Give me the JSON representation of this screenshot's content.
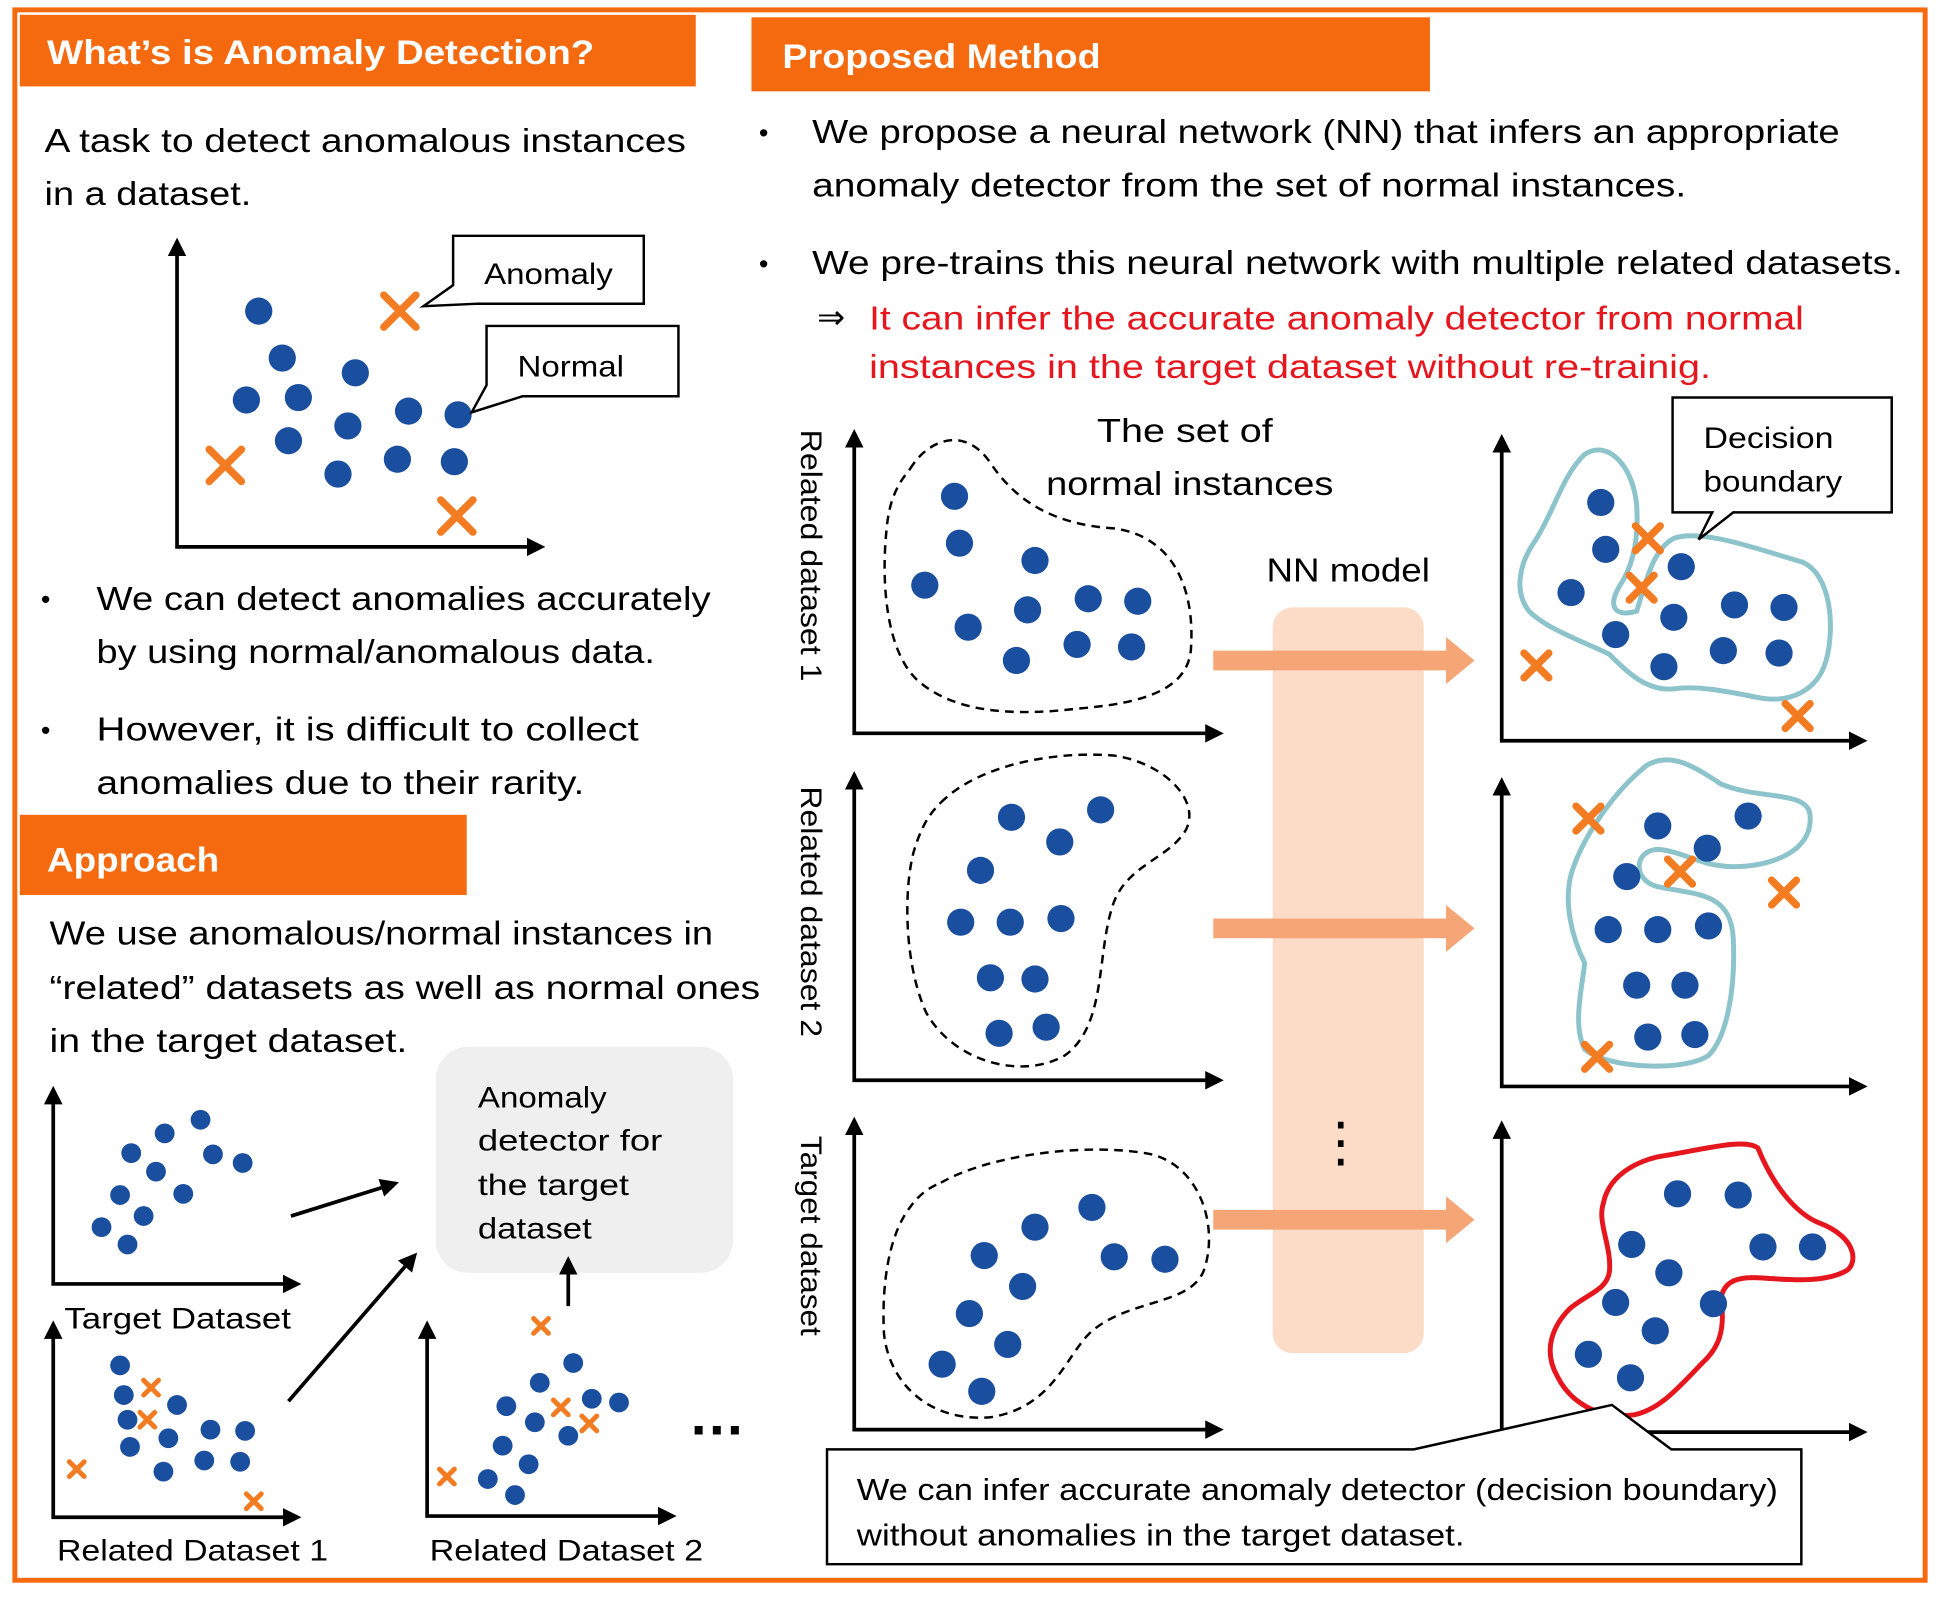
{
  "what_is": {
    "title": "What’s is Anomaly Detection?",
    "intro": [
      "A task to detect anomalous instances",
      "in a dataset."
    ],
    "callout_anomaly": "Anomaly",
    "callout_normal": "Normal",
    "bullet_glyph": "•",
    "bullets": [
      [
        "We can detect anomalies accurately",
        "by using normal/anomalous data."
      ],
      [
        "However, it is difficult to collect",
        "anomalies due to their rarity."
      ]
    ]
  },
  "approach": {
    "title": "Approach",
    "text": [
      "We use anomalous/normal instances in",
      "“related” datasets as well as normal ones",
      "in the target dataset."
    ],
    "detector_box": [
      "Anomaly",
      "detector for",
      "the target",
      "dataset"
    ],
    "datasets": [
      "Target Dataset",
      "Related Dataset 1",
      "Related Dataset 2"
    ],
    "more": "…"
  },
  "proposed": {
    "title": "Proposed Method",
    "bullet_glyph": "•",
    "bullets": [
      [
        "We propose a neural network (NN) that infers an appropriate",
        "anomaly detector from the set of normal instances."
      ],
      [
        "We pre-trains this neural network with multiple related datasets."
      ]
    ],
    "implication_arrow": "⇒",
    "implication": [
      "It can infer the accurate anomaly detector from normal",
      "instances in the target dataset without re-trainig."
    ],
    "normal_set_label": [
      "The set of",
      "normal instances"
    ],
    "model_label": "NN model",
    "model_more": "⋮",
    "boundary_label": [
      "Decision",
      "boundary"
    ],
    "row_labels": [
      "Related dataset 1",
      "Related dataset 2",
      "Target dataset"
    ],
    "conclusion": [
      "We can infer accurate anomaly detector (decision boundary)",
      "without anomalies in the target dataset."
    ]
  },
  "colors": {
    "header": "#F5690F",
    "dot": "#1A4E9E",
    "anomaly": "#F37B21",
    "normal_boundary": "#8DC3CB",
    "target_boundary": "#E5161D",
    "highlight_text": "#E5161D",
    "nn_band": "#FCDCC6",
    "flow_arrow": "#F6A676"
  },
  "icons": {
    "anomaly": "cross-icon",
    "normal": "dot-icon",
    "flow": "arrow-right-icon"
  }
}
